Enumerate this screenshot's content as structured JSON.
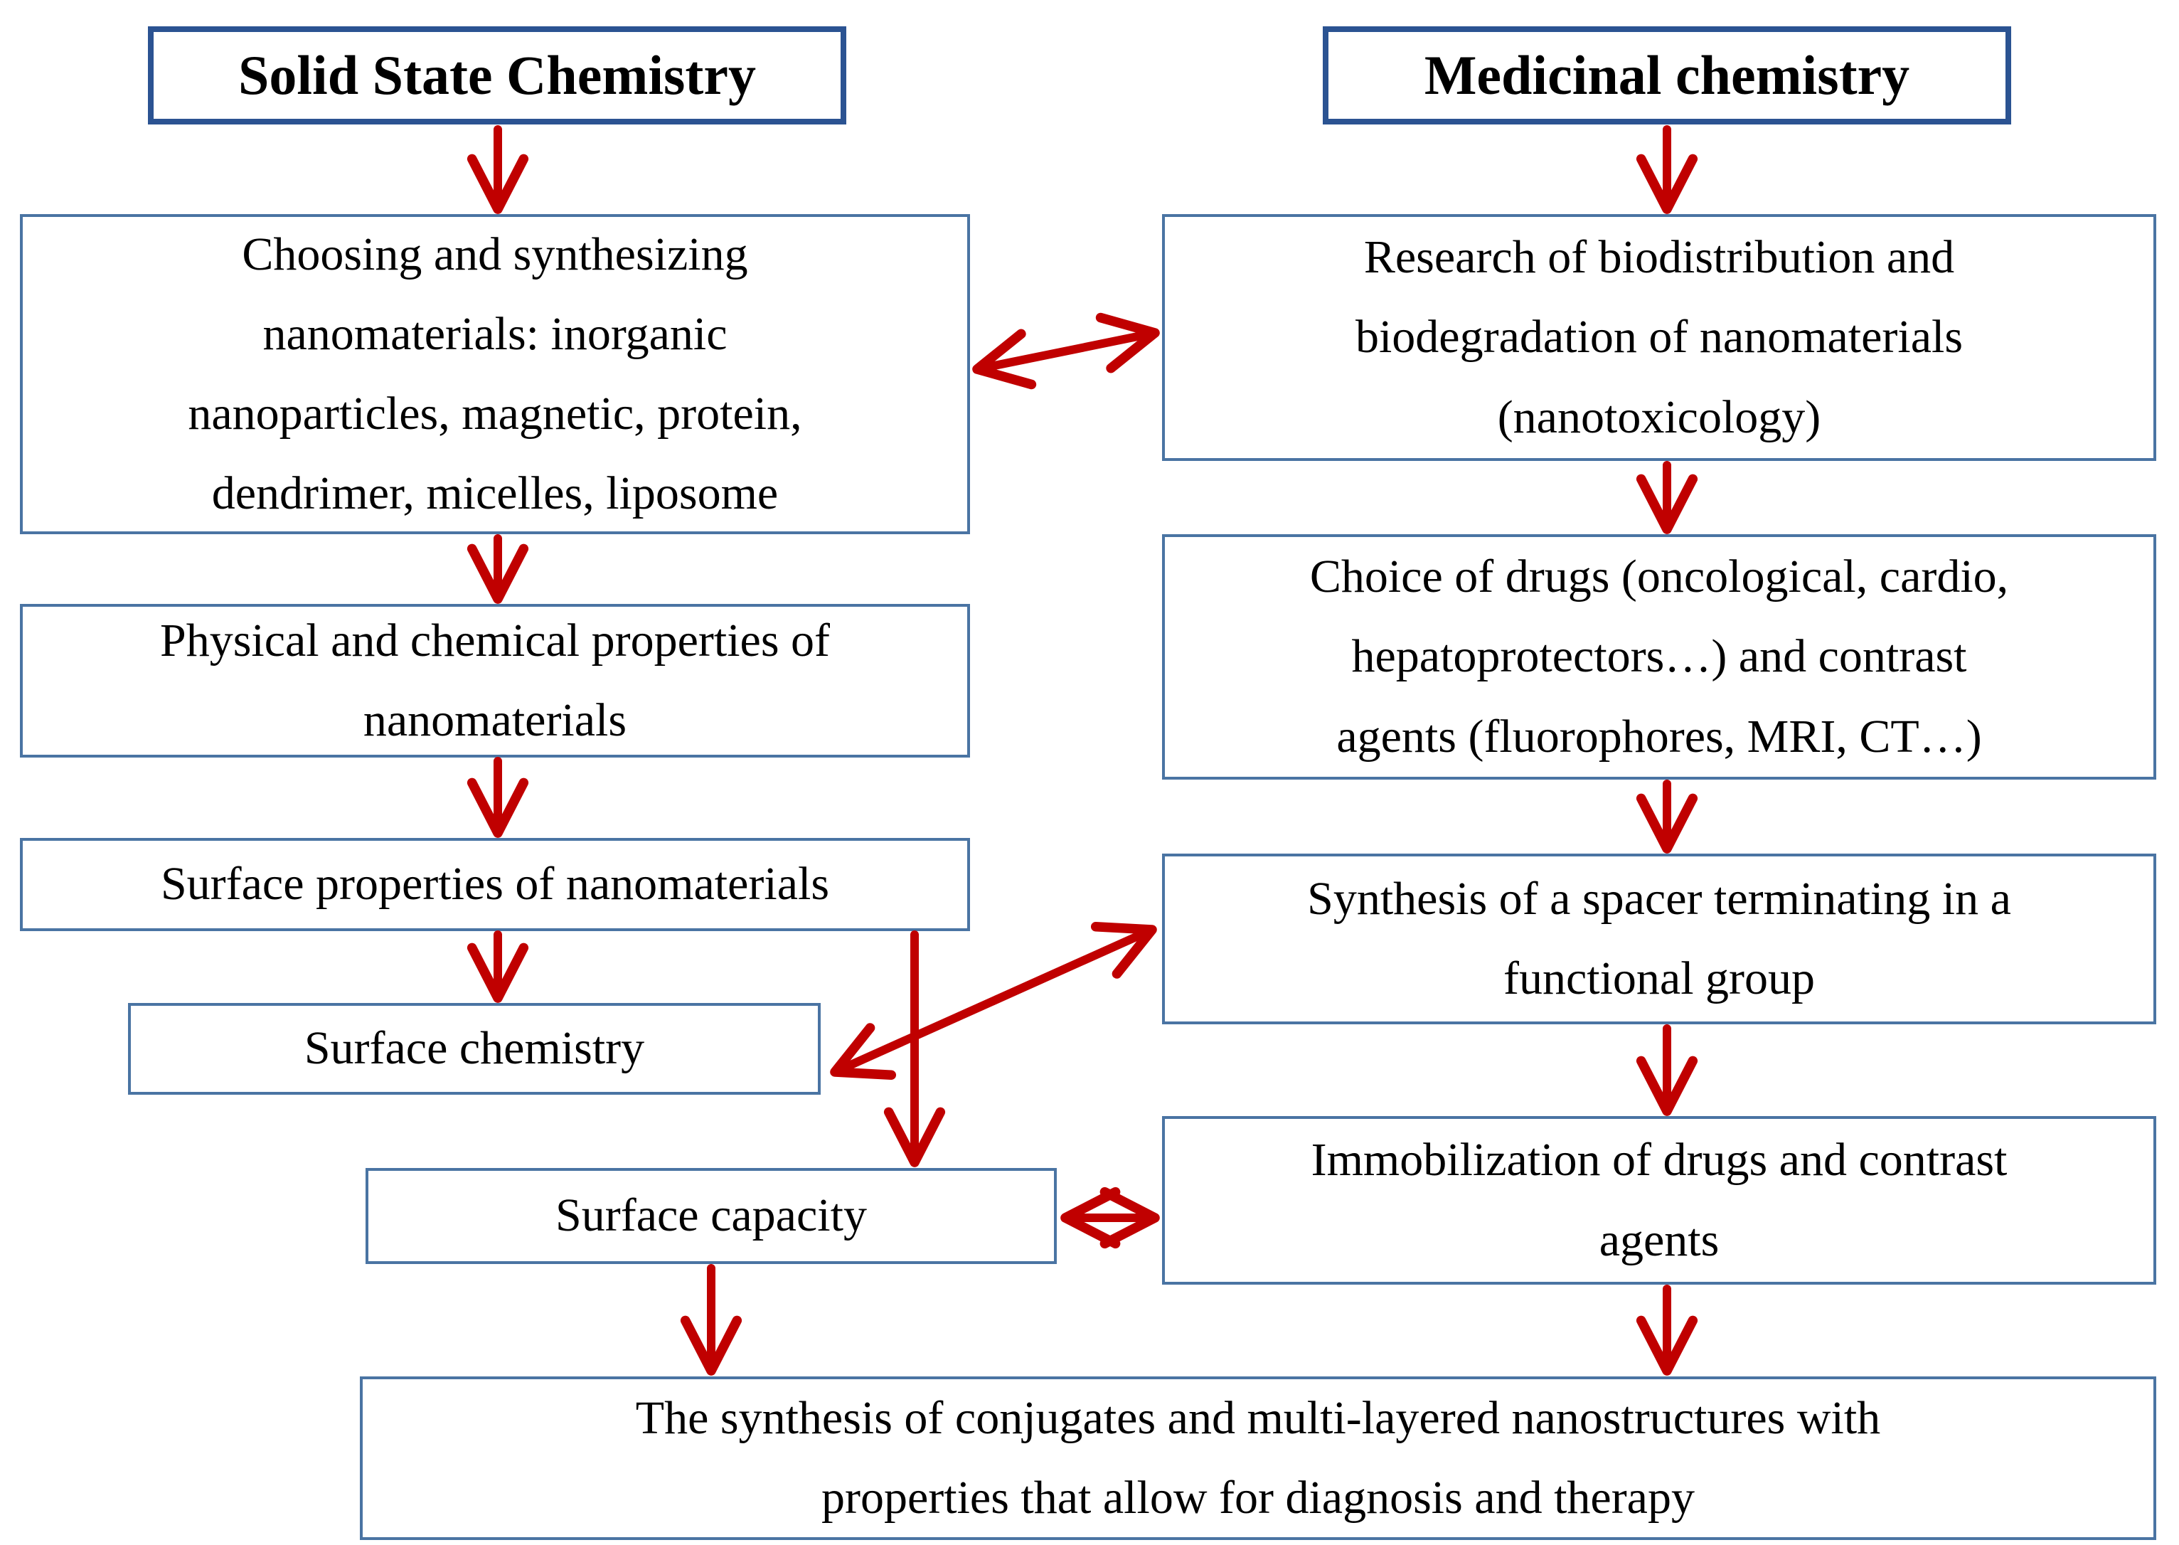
{
  "headers": {
    "left": "Solid State Chemistry",
    "right": "Medicinal chemistry"
  },
  "left_column": {
    "box1": "Choosing and synthesizing\nnanomaterials: inorganic\nnanoparticles, magnetic, protein,\ndendrimer, micelles, liposome",
    "box2": "Physical and chemical properties of\nnanomaterials",
    "box3": "Surface properties of nanomaterials",
    "box4": "Surface chemistry",
    "box5": "Surface capacity"
  },
  "right_column": {
    "box1": "Research of biodistribution and\nbiodegradation of nanomaterials\n(nanotoxicology)",
    "box2": "Choice of drugs (oncological, cardio,\nhepatoprotectors…)  and contrast\nagents (fluorophores, MRI, CT…)",
    "box3": "Synthesis of a spacer terminating in a\nfunctional group",
    "box4": "Immobilization of drugs and contrast\nagents"
  },
  "final_box": "The synthesis of conjugates and multi-layered nanostructures with\nproperties that allow for diagnosis and therapy",
  "colors": {
    "box_border": "#4a74a3",
    "header_border": "#2b5392",
    "arrow": "#c00000",
    "text": "#000000",
    "background": "#ffffff"
  }
}
